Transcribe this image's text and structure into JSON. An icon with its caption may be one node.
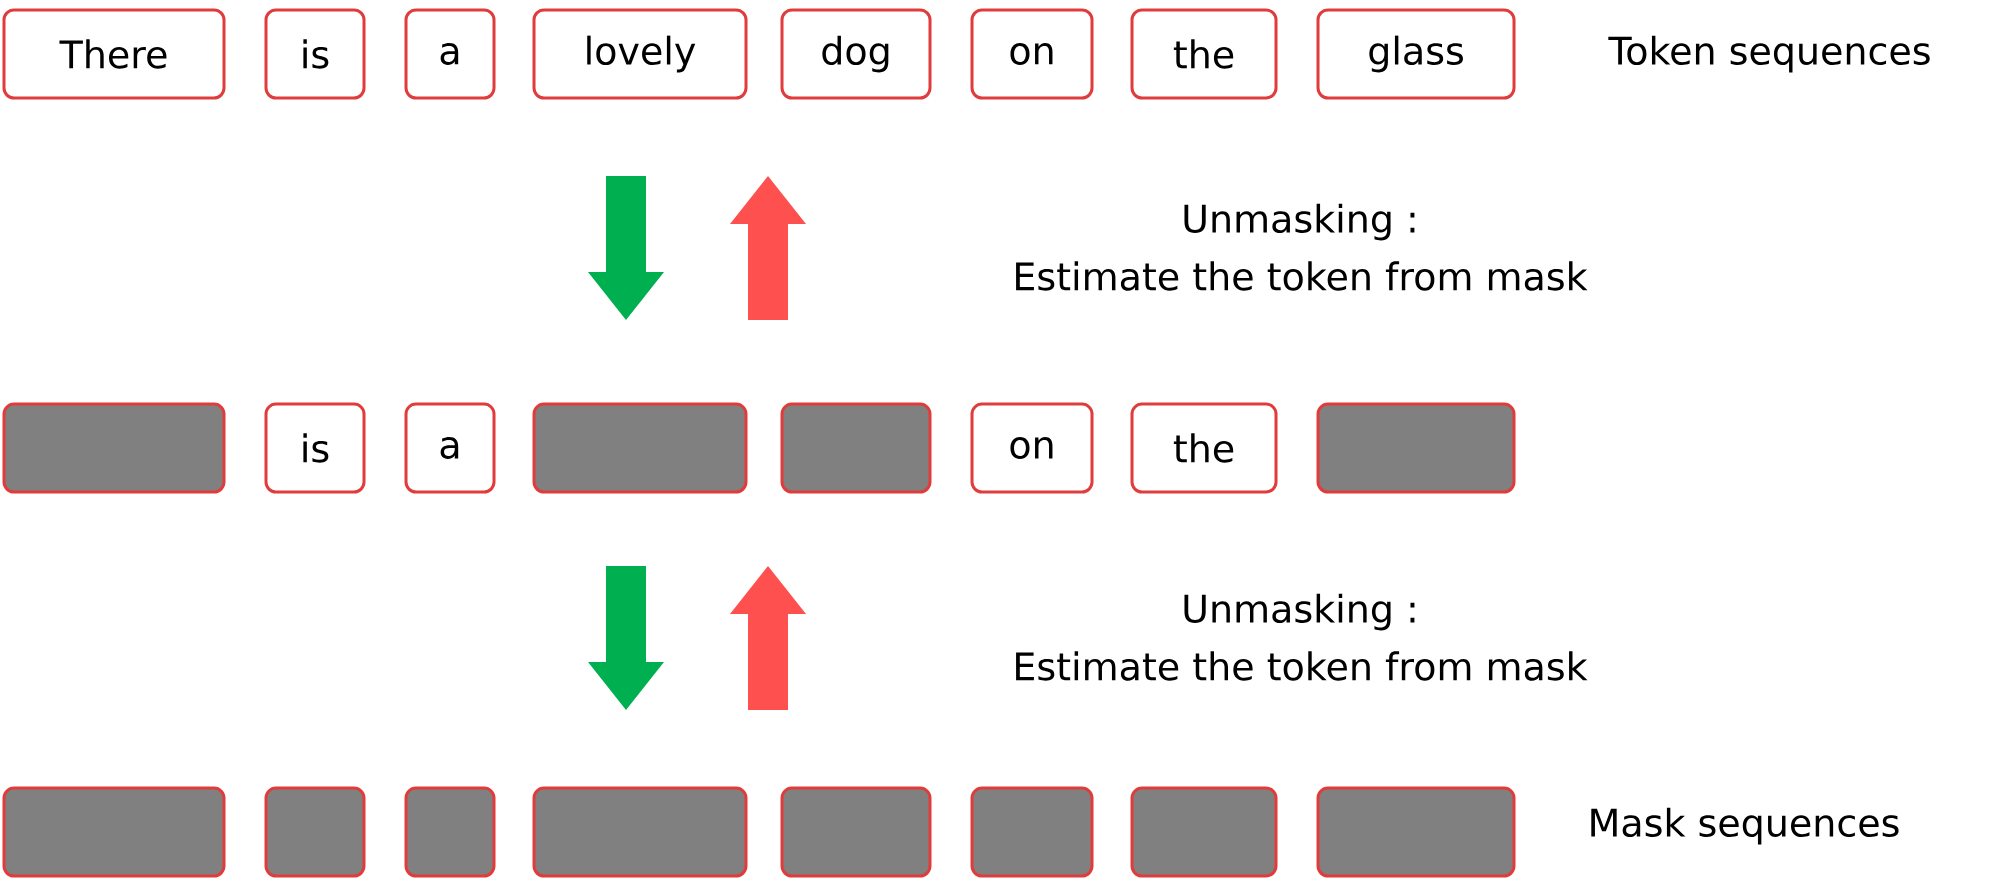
{
  "diagram": {
    "nodes": [
      {
        "text": [
          "There"
        ]
      },
      {
        "text": [
          "is"
        ]
      },
      {
        "text": [
          "a"
        ]
      },
      {
        "text": [
          "lovely"
        ]
      },
      {
        "text": [
          "dog"
        ]
      },
      {
        "text": [
          "on"
        ]
      },
      {
        "text": [
          "the"
        ]
      },
      {
        "text": [
          "glass"
        ]
      },
      {
        "text": [],
        "shape": "box"
      },
      {
        "text": [
          "is"
        ]
      },
      {
        "text": [
          "a"
        ]
      },
      {
        "text": [],
        "shape": "box"
      },
      {
        "text": [],
        "shape": "box"
      },
      {
        "text": [
          "on"
        ]
      },
      {
        "text": [
          "the"
        ]
      },
      {
        "text": [],
        "shape": "box"
      },
      {
        "text": [],
        "shape": "box"
      },
      {
        "text": [],
        "shape": "box"
      },
      {
        "text": [],
        "shape": "box"
      },
      {
        "text": [],
        "shape": "box"
      },
      {
        "text": [],
        "shape": "box"
      },
      {
        "text": [],
        "shape": "box"
      },
      {
        "text": [],
        "shape": "box"
      },
      {
        "text": [],
        "shape": "box"
      }
    ],
    "labels": [
      "Token sequences",
      "Unmasking :",
      "Estimate the token from mask",
      "Unmasking :",
      "Estimate the token from mask",
      "Mask sequences"
    ]
  }
}
